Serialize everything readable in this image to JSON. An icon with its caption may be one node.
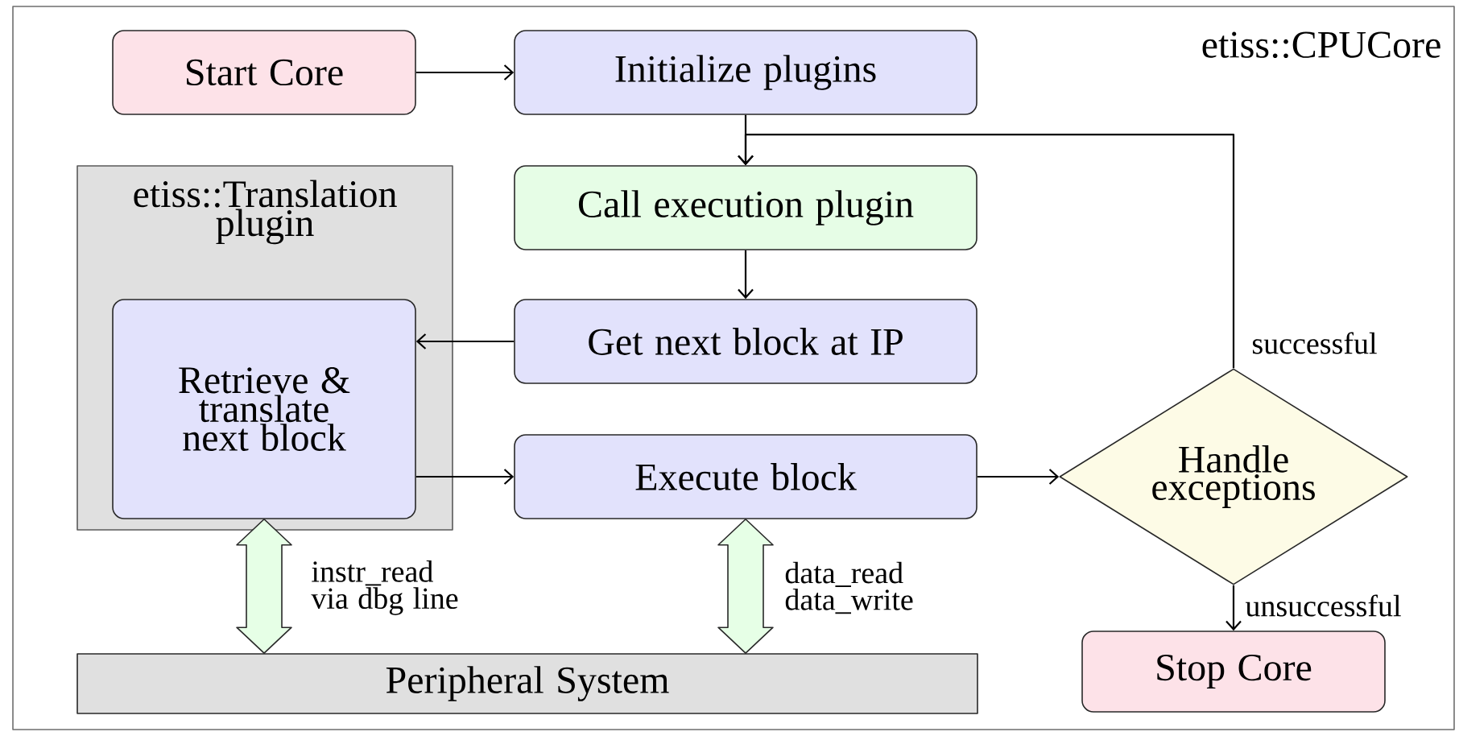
{
  "diagram": {
    "nodes": [
      {
        "text": [
          "etiss::CPUCore"
        ]
      },
      {
        "text": [
          "Start Core"
        ],
        "in": 0
      },
      {
        "text": [
          "Initialize plugins"
        ],
        "in": 0
      },
      {
        "text": [
          "etiss::Translation plugin"
        ],
        "in": 0
      },
      {
        "text": [
          "Retrieve & translate next block"
        ],
        "in": 3
      },
      {
        "text": [
          "Call execution plugin"
        ],
        "in": 0
      },
      {
        "text": [
          "Get next block at IP"
        ],
        "in": 0
      },
      {
        "text": [
          "Execute block"
        ],
        "in": 0
      },
      {
        "text": [
          "Handle exceptions"
        ],
        "in": 0
      },
      {
        "text": [
          "Stop Core"
        ],
        "in": 0
      },
      {
        "text": [
          "Peripheral System"
        ],
        "in": 0
      }
    ],
    "edges": [
      {
        "from": 1,
        "to": 2,
        "arrow": "to"
      },
      {
        "from": 2,
        "to": 5,
        "arrow": "to"
      },
      {
        "from": 5,
        "to": 6,
        "arrow": "to"
      },
      {
        "from": 6,
        "to": 4,
        "arrow": "to"
      },
      {
        "from": 4,
        "to": 7,
        "arrow": "to"
      },
      {
        "from": 7,
        "to": 8,
        "arrow": "to"
      },
      {
        "from": 8,
        "to": 5,
        "arrow": "to",
        "label": "successful"
      },
      {
        "from": 8,
        "to": 9,
        "arrow": "to",
        "label": "unsuccessful"
      },
      {
        "from": 4,
        "to": 10,
        "arrow": "both",
        "label": "instr_read via dbg line",
        "style": "thick",
        "color": "#e6ffe6"
      },
      {
        "from": 7,
        "to": 10,
        "arrow": "both",
        "label": "data_read data_write",
        "style": "thick",
        "color": "#e6ffe6"
      }
    ]
  }
}
